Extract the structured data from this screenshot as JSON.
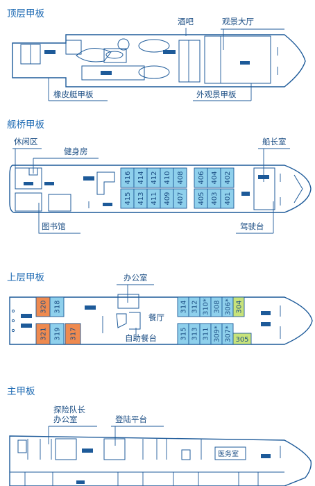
{
  "decks": [
    {
      "title": "顶层甲板",
      "labels": [
        "酒吧",
        "观景大厅",
        "橡皮艇甲板",
        "外观景甲板"
      ]
    },
    {
      "title": "舰桥甲板",
      "labels": [
        "休闲区",
        "健身房",
        "船长室",
        "图书馆",
        "驾驶台"
      ],
      "cabins_top": [
        "416",
        "414",
        "412",
        "410",
        "408",
        "406",
        "404",
        "402"
      ],
      "cabins_bottom": [
        "415",
        "413",
        "411",
        "409",
        "407",
        "405",
        "403",
        "401"
      ]
    },
    {
      "title": "上层甲板",
      "labels": [
        "办公室",
        "餐厅",
        "自助餐台"
      ],
      "cabins_aft_top": [
        "320",
        "318"
      ],
      "cabins_aft_bottom": [
        "321",
        "319",
        "317"
      ],
      "cabins_fwd_top": [
        "314",
        "312",
        "310*",
        "308",
        "306*",
        "304"
      ],
      "cabins_fwd_bottom": [
        "315",
        "313",
        "311",
        "309*",
        "307*",
        "305"
      ]
    },
    {
      "title": "主甲板",
      "labels": [
        "探险队长",
        "办公室",
        "登陆平台",
        "医务室"
      ]
    }
  ],
  "colors": {
    "primary": "#1d5a99",
    "cabin_blue": "#8fd0ec",
    "cabin_orange": "#ef8a4f",
    "cabin_green": "#c8e37a"
  }
}
